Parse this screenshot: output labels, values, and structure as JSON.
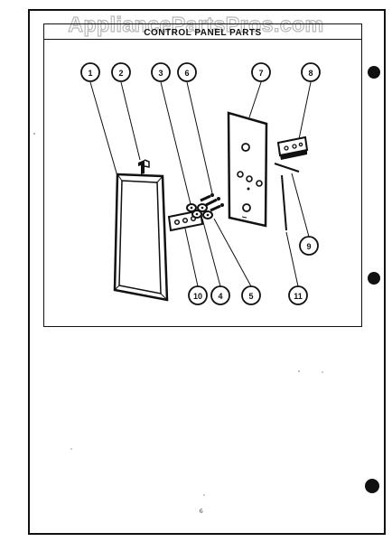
{
  "watermark": "AppliancePartsPros.com",
  "title": "CONTROL PANEL PARTS",
  "page_number": "6",
  "callouts": {
    "c1": "1",
    "c2": "2",
    "c3": "3",
    "c4": "4",
    "c5": "5",
    "c6": "6",
    "c7": "7",
    "c8": "8",
    "c9": "9",
    "c10": "10",
    "c11": "11"
  }
}
